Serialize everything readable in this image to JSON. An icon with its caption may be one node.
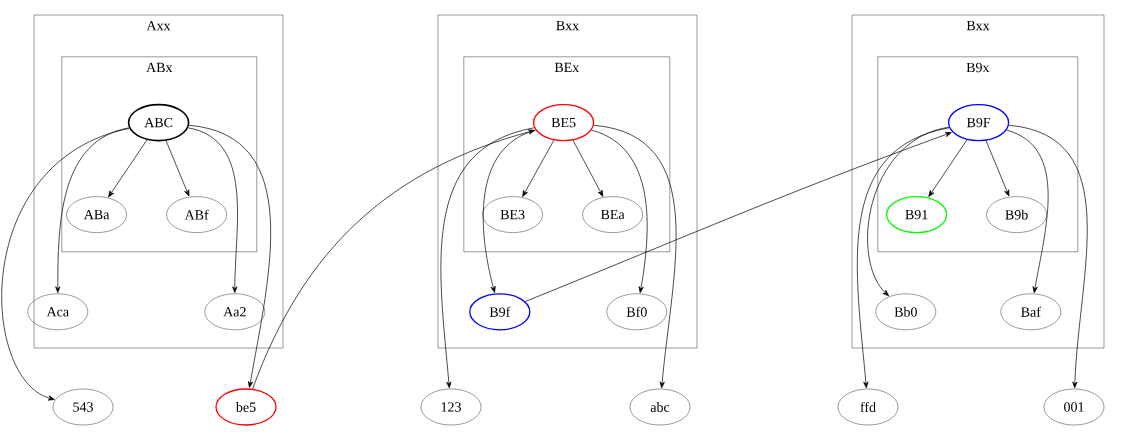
{
  "diagram": {
    "nodes": [
      {
        "text": [
          "Axx"
        ]
      },
      {
        "text": [
          "ABx"
        ],
        "in": 0
      },
      {
        "text": [
          "ABC"
        ],
        "in": 1
      },
      {
        "text": [
          "ABa"
        ],
        "in": 1
      },
      {
        "text": [
          "ABf"
        ],
        "in": 1
      },
      {
        "text": [
          "Aca"
        ],
        "in": 0
      },
      {
        "text": [
          "Aa2"
        ],
        "in": 0
      },
      {
        "text": [
          "Bxx"
        ]
      },
      {
        "text": [
          "BEx"
        ],
        "in": 7
      },
      {
        "text": [
          "BE5"
        ],
        "in": 8
      },
      {
        "text": [
          "BE3"
        ],
        "in": 8
      },
      {
        "text": [
          "BEa"
        ],
        "in": 8
      },
      {
        "text": [
          "B9f"
        ],
        "in": 7
      },
      {
        "text": [
          "Bf0"
        ],
        "in": 7
      },
      {
        "text": [
          "Bxx"
        ]
      },
      {
        "text": [
          "B9x"
        ],
        "in": 14
      },
      {
        "text": [
          "B9F"
        ],
        "in": 15
      },
      {
        "text": [
          "B91"
        ],
        "in": 15
      },
      {
        "text": [
          "B9b"
        ],
        "in": 15
      },
      {
        "text": [
          "Bb0"
        ],
        "in": 14
      },
      {
        "text": [
          "Baf"
        ],
        "in": 14
      },
      {
        "text": [
          "543"
        ]
      },
      {
        "text": [
          "be5"
        ]
      },
      {
        "text": [
          "123"
        ]
      },
      {
        "text": [
          "abc"
        ]
      },
      {
        "text": [
          "ffd"
        ]
      },
      {
        "text": [
          "001"
        ]
      }
    ],
    "edges": [
      {
        "from": 2,
        "to": 3,
        "arrow": "to"
      },
      {
        "from": 2,
        "to": 4,
        "arrow": "to"
      },
      {
        "from": 2,
        "to": 5,
        "arrow": "to"
      },
      {
        "from": 2,
        "to": 6,
        "arrow": "to"
      },
      {
        "from": 2,
        "to": 21,
        "arrow": "to"
      },
      {
        "from": 2,
        "to": 22,
        "arrow": "to"
      },
      {
        "from": 22,
        "to": 9,
        "arrow": "to"
      },
      {
        "from": 9,
        "to": 10,
        "arrow": "to"
      },
      {
        "from": 9,
        "to": 11,
        "arrow": "to"
      },
      {
        "from": 9,
        "to": 12,
        "arrow": "to"
      },
      {
        "from": 9,
        "to": 13,
        "arrow": "to"
      },
      {
        "from": 9,
        "to": 23,
        "arrow": "to"
      },
      {
        "from": 9,
        "to": 24,
        "arrow": "to"
      },
      {
        "from": 12,
        "to": 16,
        "arrow": "to"
      },
      {
        "from": 16,
        "to": 17,
        "arrow": "to"
      },
      {
        "from": 16,
        "to": 18,
        "arrow": "to"
      },
      {
        "from": 16,
        "to": 19,
        "arrow": "to"
      },
      {
        "from": 16,
        "to": 20,
        "arrow": "to"
      },
      {
        "from": 16,
        "to": 25,
        "arrow": "to"
      },
      {
        "from": 16,
        "to": 26,
        "arrow": "to"
      }
    ]
  }
}
